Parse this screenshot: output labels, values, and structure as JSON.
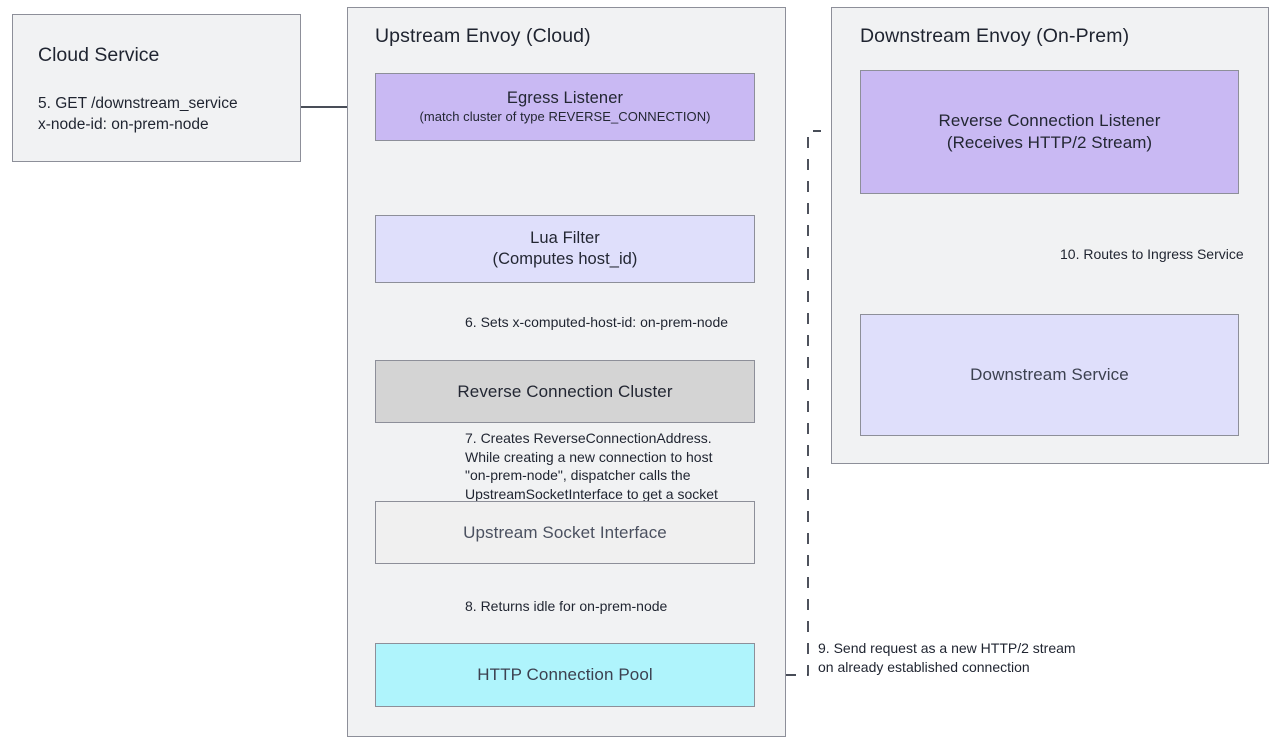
{
  "diagram": {
    "title": "Reverse connection request flow (steps 5-10)",
    "colors": {
      "panel_fill": "#f1f2f3",
      "panel_stroke": "#8d8f99",
      "node_stroke": "#8d8f99",
      "listener_purple": "#c9b9f3",
      "filter_lavender": "#dfdffb",
      "cluster_gray": "#d4d4d4",
      "socket_lightgray": "#f0f0f0",
      "pool_cyan": "#aff4fc",
      "connector": "#2f3440",
      "text": "#1f2430"
    }
  },
  "cloud_service": {
    "heading": "Cloud Service",
    "request": "5. GET /downstream_service\nx-node-id: on-prem-node"
  },
  "upstream_panel": {
    "title": "Upstream Envoy (Cloud)",
    "nodes": {
      "egress_listener": {
        "title": "Egress Listener",
        "subtitle": "(match cluster of type REVERSE_CONNECTION)"
      },
      "lua_filter": {
        "title": "Lua Filter",
        "subtitle": "(Computes host_id)"
      },
      "reverse_connection_cluster": {
        "title": "Reverse Connection Cluster"
      },
      "upstream_socket_interface": {
        "title": "Upstream Socket Interface"
      },
      "http_connection_pool": {
        "title": "HTTP Connection Pool"
      }
    },
    "edge_labels": {
      "step6": "6. Sets x-computed-host-id: on-prem-node",
      "step7": "7. Creates ReverseConnectionAddress.\nWhile creating a new connection to host\n\"on-prem-node\", dispatcher calls the\nUpstreamSocketInterface to get a socket",
      "step8": "8. Returns idle for on-prem-node"
    }
  },
  "downstream_panel": {
    "title": "Downstream Envoy (On-Prem)",
    "nodes": {
      "reverse_connection_listener": {
        "title": "Reverse Connection Listener",
        "subtitle": "(Receives HTTP/2 Stream)"
      },
      "downstream_service": {
        "title": "Downstream Service"
      }
    },
    "edge_labels": {
      "step10": "10. Routes to Ingress Service"
    }
  },
  "cross_panel": {
    "edge_labels": {
      "step9": "9. Send request as a new HTTP/2 stream\non already established connection"
    }
  }
}
